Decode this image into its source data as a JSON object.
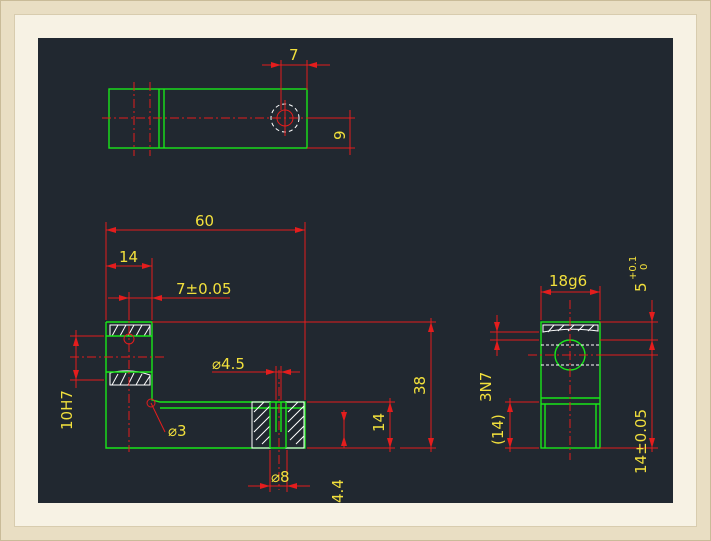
{
  "drawing": {
    "top_view": {
      "dim_width": "7",
      "dim_height": "9"
    },
    "front_view": {
      "dim_length": "60",
      "dim_slot": "14",
      "dim_hole_pos": "7±0.05",
      "dim_hole_dia": "⌀4.5",
      "dim_fillet": "⌀3",
      "dim_counterbore": "⌀8",
      "dim_base_height": "14",
      "dim_total_height": "38",
      "dim_slot_fit": "10H7",
      "dim_bottom": "4.4"
    },
    "side_view": {
      "dim_width": "18g6",
      "dim_tol_base": "5",
      "dim_tol_upper": "+0.1",
      "dim_tol_lower": "0",
      "dim_height": "14±0.05",
      "dim_bore_fit": "3N7",
      "dim_ref": "(14)"
    }
  },
  "colors": {
    "background": "#212830",
    "object_lines": "#19e619",
    "dimension_lines": "#e41d1d",
    "text": "#f2e03c",
    "frame": "#e9dec3"
  }
}
